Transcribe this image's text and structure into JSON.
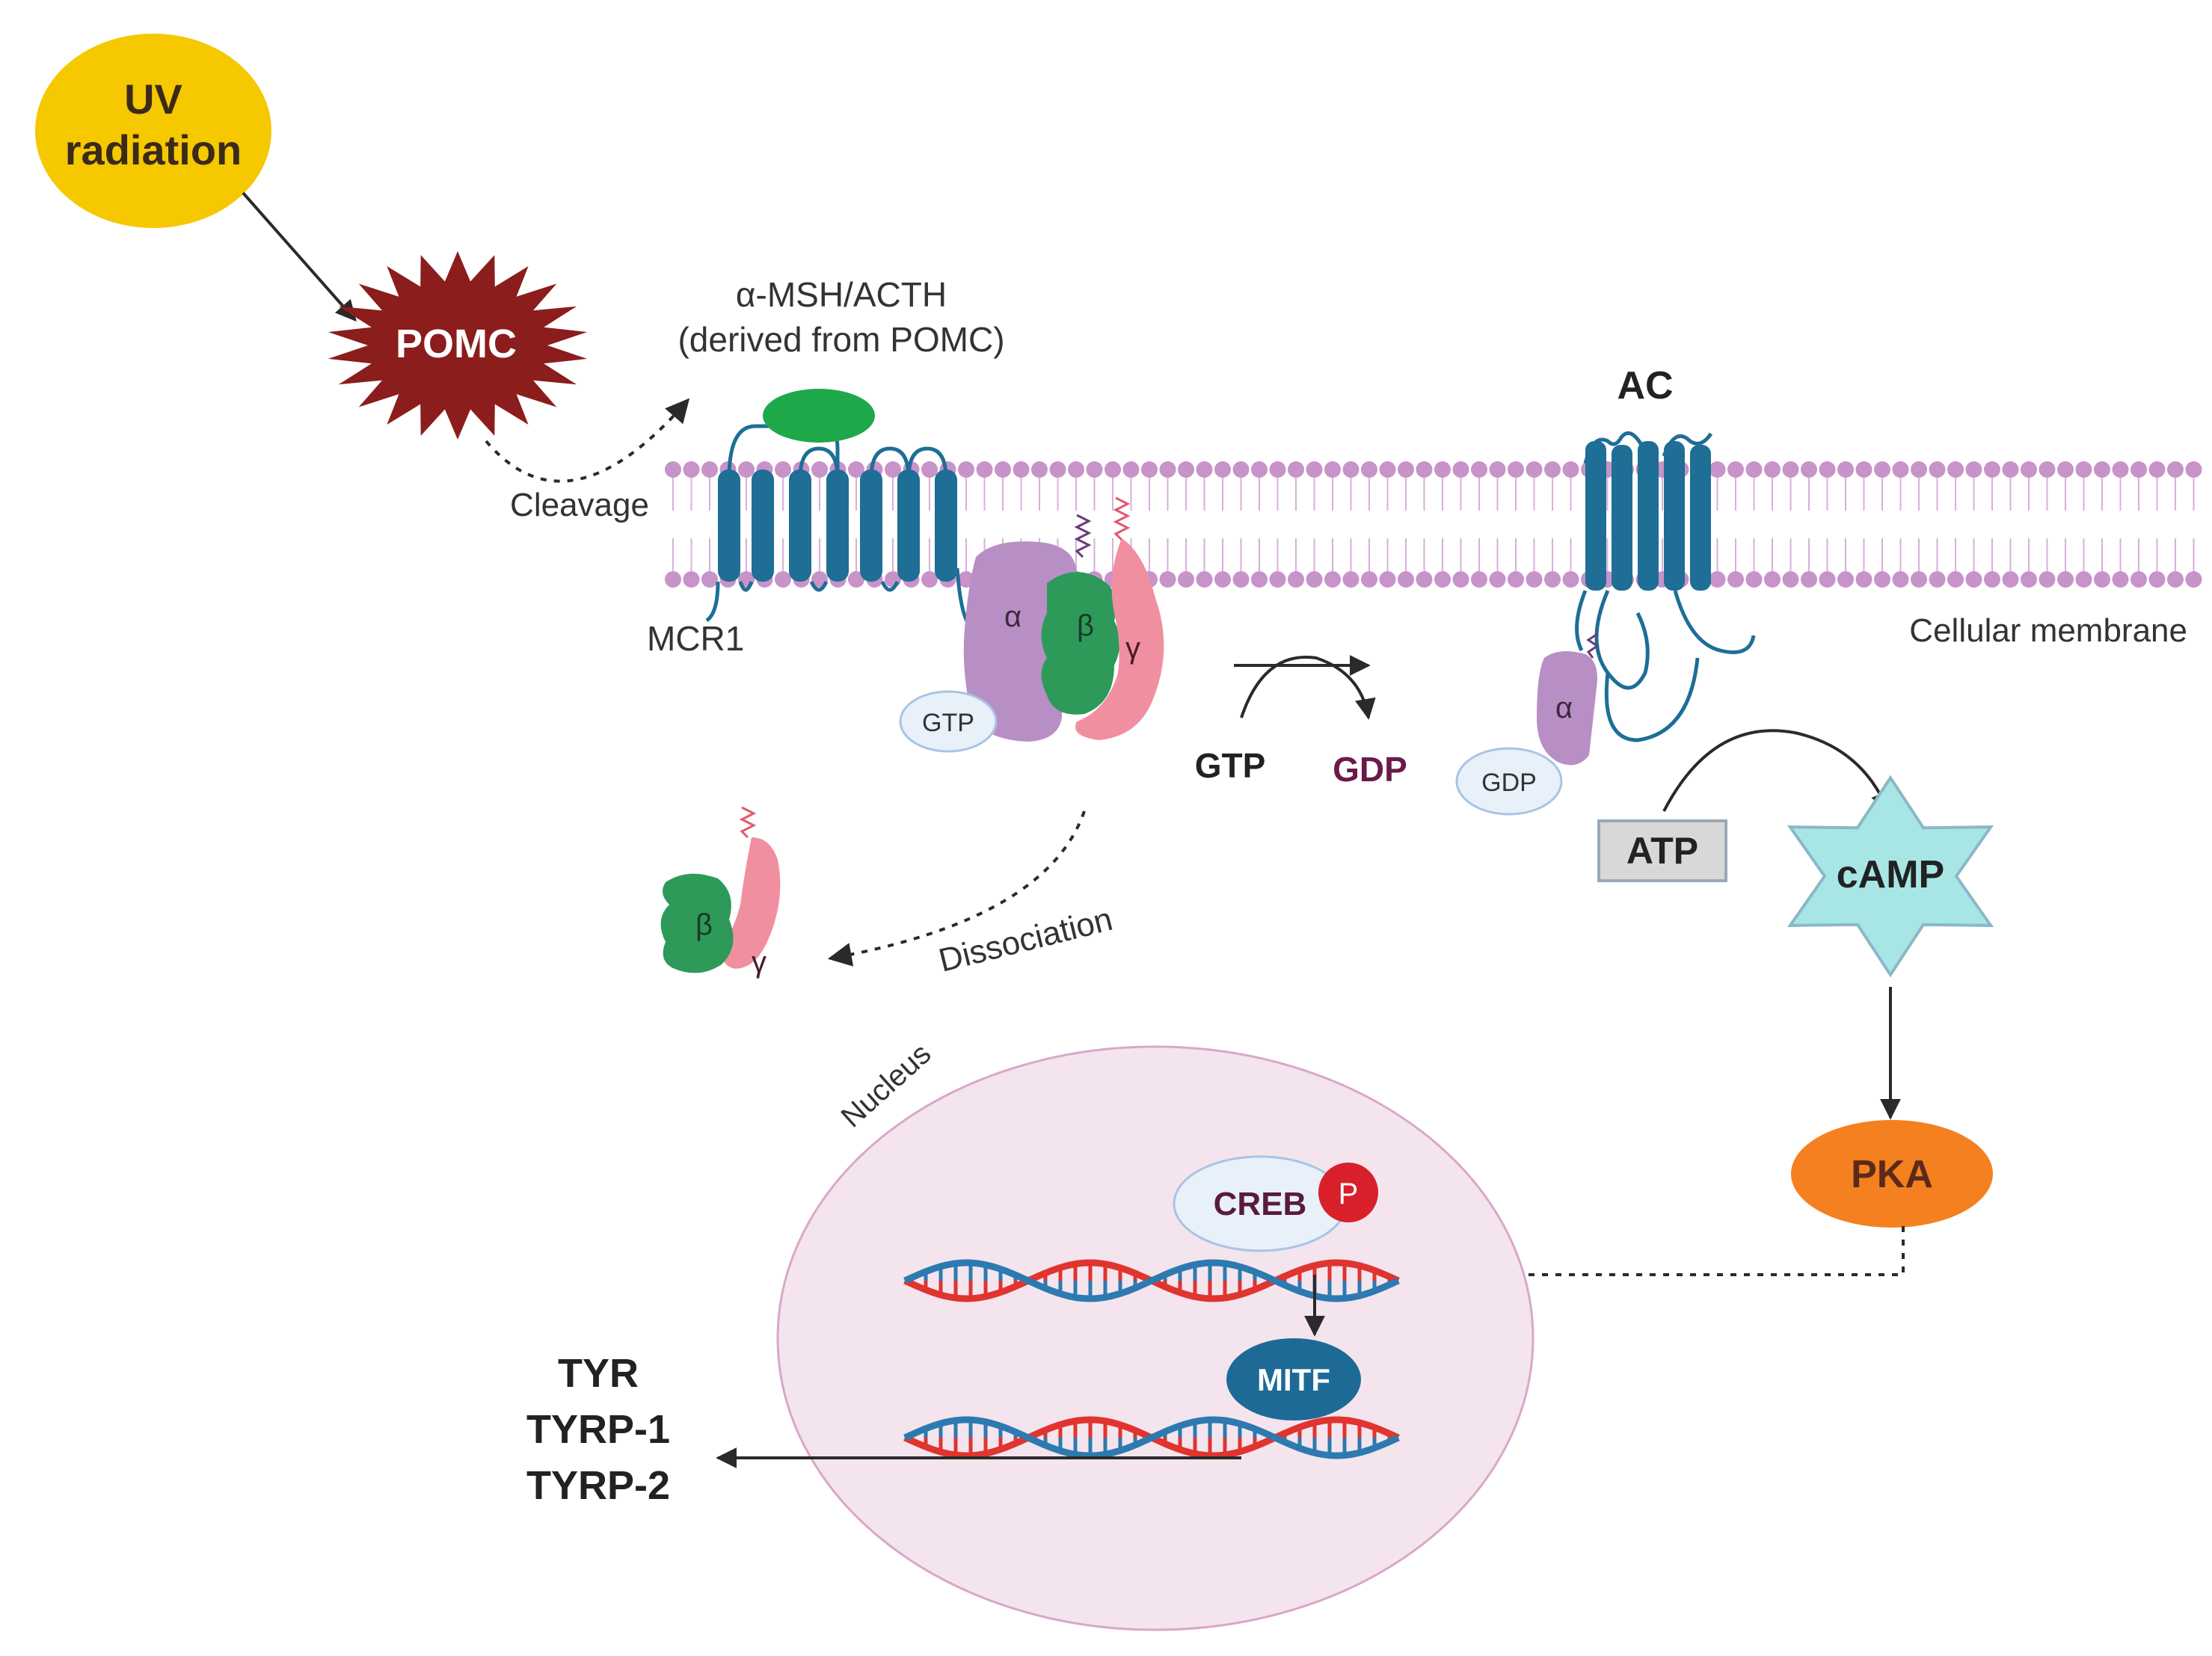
{
  "nodes": {
    "uv": "UV",
    "uv2": "radiation",
    "pomc": "POMC",
    "msh_line1": "α-MSH/ACTH",
    "msh_line2": "(derived from POMC)",
    "cleavage": "Cleavage",
    "mcr1": "MCR1",
    "ac": "AC",
    "membrane": "Cellular membrane",
    "alpha": "α",
    "beta": "β",
    "gamma": "γ",
    "gtp_bound": "GTP",
    "gtp": "GTP",
    "gdp": "GDP",
    "gdp_bound": "GDP",
    "alpha_ac": "α",
    "atp": "ATP",
    "camp": "cAMP",
    "dissociation": "Dissociation",
    "beta2": "β",
    "gamma2": "γ",
    "nucleus": "Nucleus",
    "creb": "CREB",
    "phospho": "P",
    "mitf": "MITF",
    "pka": "PKA",
    "tyr": "TYR",
    "tyrp1": "TYRP-1",
    "tyrp2": "TYRP-2"
  },
  "colors": {
    "uv": "#f5c800",
    "pomc": "#8b1d1d",
    "receptor": "#1e6e96",
    "ligand": "#1fa84a",
    "alpha_subunit": "#b88fc4",
    "beta_subunit": "#2e9a5a",
    "gamma_subunit": "#f08fa0",
    "membrane": "#c793c9",
    "nucleus_fill": "#f4e4ee",
    "camp_fill": "#a8e6e6",
    "atp_fill": "#d8d8d8",
    "pka": "#f5801f",
    "mitf": "#1d6a96",
    "dna_red": "#e0342f",
    "dna_blue": "#2d7ab0",
    "gdp_text": "#6b1a4a",
    "phospho": "#d8202b"
  }
}
